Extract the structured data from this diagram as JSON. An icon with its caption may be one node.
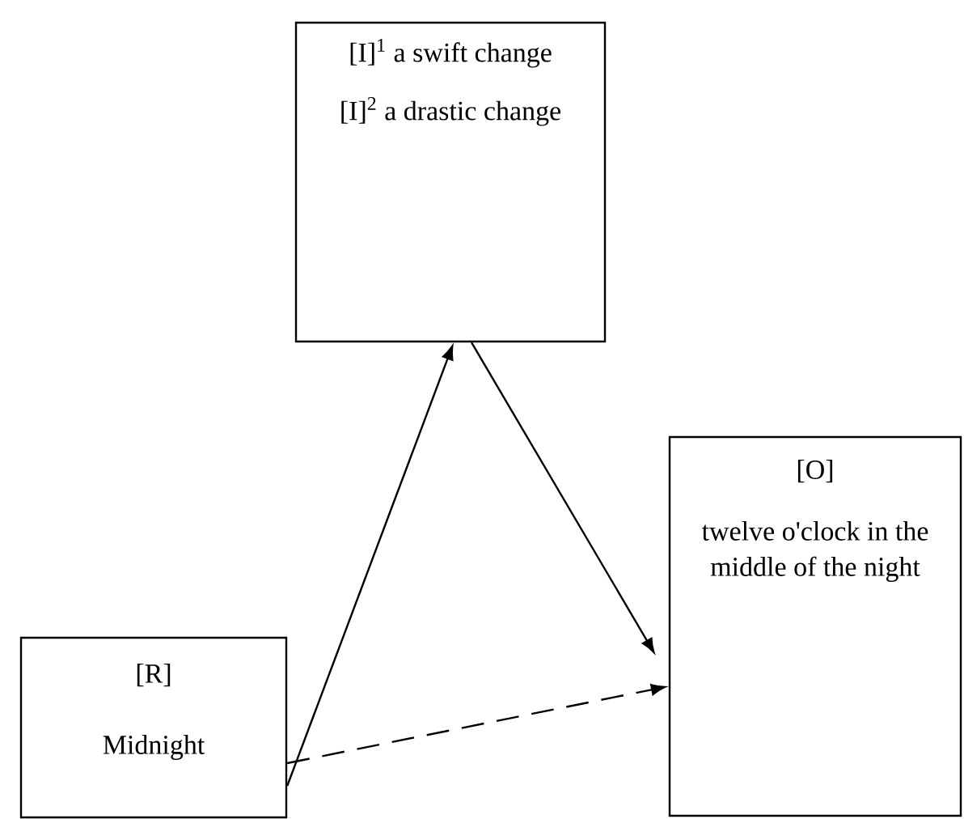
{
  "diagram": {
    "nodes": [
      {
        "text": [
          "[I]$^{1}$ a swift change",
          "[I]$^{2}$ a drastic change"
        ]
      },
      {
        "text": [
          "[R]",
          "Midnight"
        ]
      },
      {
        "text": [
          "[O]",
          "twelve o'clock in the middle of the night"
        ]
      }
    ],
    "edges": [
      {
        "from": 1,
        "to": 0,
        "arrow": "to"
      },
      {
        "from": 0,
        "to": 2,
        "arrow": "to"
      },
      {
        "from": 1,
        "to": 2,
        "arrow": "to",
        "style": "dashed"
      }
    ]
  }
}
